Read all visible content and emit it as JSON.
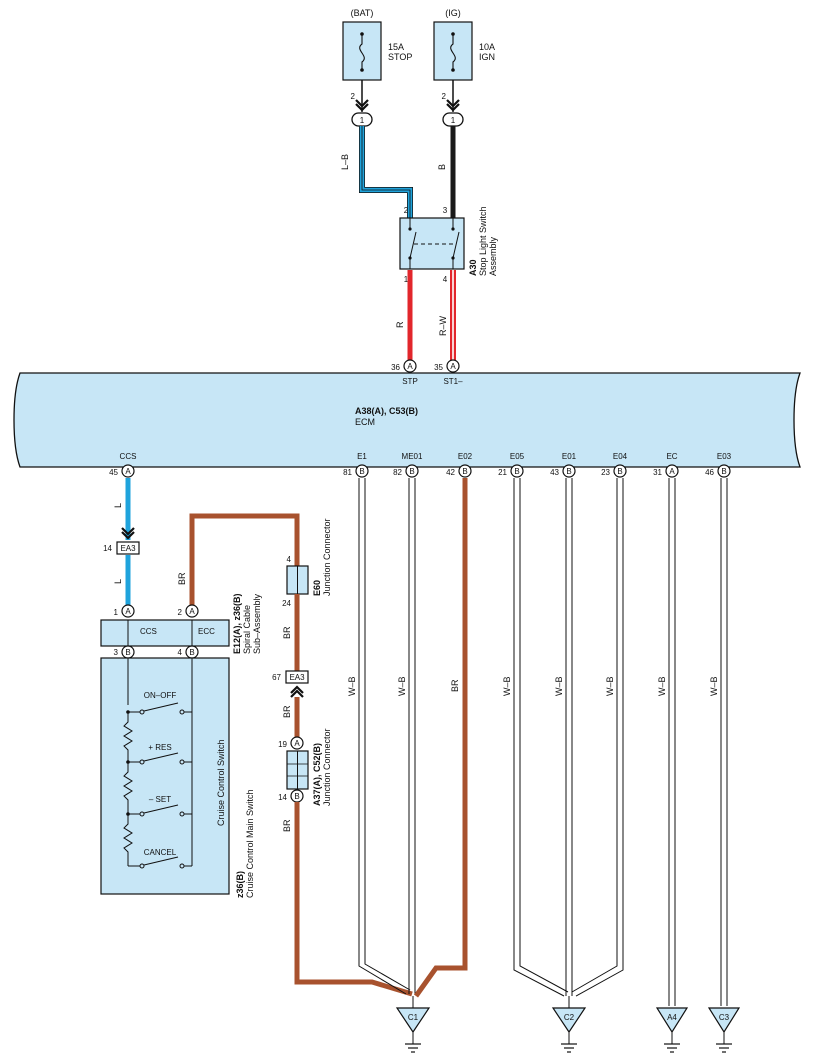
{
  "fuses": [
    {
      "source": "(BAT)",
      "rating": "15A",
      "name": "STOP",
      "pin": "2",
      "junction": "1",
      "wire": "L–B"
    },
    {
      "source": "(IG)",
      "rating": "10A",
      "name": "IGN",
      "pin": "2",
      "junction": "1",
      "wire": "B"
    }
  ],
  "stop_light_switch": {
    "id": "A30",
    "name_line1": "Stop Light Switch",
    "name_line2": "Assembly",
    "pins": {
      "in_left": "2",
      "in_right": "3",
      "out_left": "1",
      "out_right": "4"
    },
    "wire_left": "R",
    "wire_right": "R–W"
  },
  "ecm": {
    "id": "A38(A), C53(B)",
    "name": "ECM",
    "top_pins": [
      {
        "num": "36",
        "conn": "A",
        "term": "STP"
      },
      {
        "num": "35",
        "conn": "A",
        "term": "ST1–"
      }
    ],
    "bottom_pins": [
      {
        "num": "45",
        "conn": "A",
        "term": "CCS"
      },
      {
        "num": "81",
        "conn": "B",
        "term": "E1"
      },
      {
        "num": "82",
        "conn": "B",
        "term": "ME01"
      },
      {
        "num": "42",
        "conn": "B",
        "term": "E02"
      },
      {
        "num": "21",
        "conn": "B",
        "term": "E05"
      },
      {
        "num": "43",
        "conn": "B",
        "term": "E01"
      },
      {
        "num": "23",
        "conn": "B",
        "term": "E04"
      },
      {
        "num": "31",
        "conn": "A",
        "term": "EC"
      },
      {
        "num": "46",
        "conn": "B",
        "term": "E03"
      }
    ]
  },
  "ea3_top": {
    "label": "EA3",
    "pin": "14"
  },
  "ea3_bottom": {
    "label": "EA3",
    "pin": "67"
  },
  "wire_labels": {
    "l_upper": "L",
    "l_lower": "L",
    "br_ecc": "BR",
    "br_e60": "BR",
    "br_ea3": "BR",
    "br_a37": "BR",
    "br_e02": "BR",
    "wb": "W–B"
  },
  "e60": {
    "id": "E60",
    "name": "Junction Connector",
    "pin_top": "4",
    "pin_bottom": "24"
  },
  "a37": {
    "id": "A37(A), C52(B)",
    "name": "Junction Connector",
    "pin_top": "19",
    "conn_top": "A",
    "pin_bottom": "14",
    "conn_bottom": "B"
  },
  "spiral_cable": {
    "id": "E12(A), z36(B)",
    "name_line1": "Spiral Cable",
    "name_line2": "Sub–Assembly",
    "term_left": "CCS",
    "term_right": "ECC",
    "pins_top": [
      {
        "num": "1",
        "conn": "A"
      },
      {
        "num": "2",
        "conn": "A"
      }
    ],
    "pins_bottom": [
      {
        "num": "3",
        "conn": "B"
      },
      {
        "num": "4",
        "conn": "B"
      }
    ]
  },
  "cruise_switch": {
    "id": "z36(B)",
    "name": "Cruise Control Main Switch",
    "inner_name": "Cruise Control Switch",
    "switches": [
      "ON–OFF",
      "+ RES",
      "– SET",
      "CANCEL"
    ]
  },
  "grounds": [
    "C1",
    "C2",
    "A4",
    "C3"
  ],
  "colors": {
    "blue_wire": "#1fa3dc",
    "black_wire": "#1a1a1a",
    "red_wire": "#e2262b",
    "brown_wire": "#a8522e",
    "box_fill": "#c7e6f6"
  }
}
